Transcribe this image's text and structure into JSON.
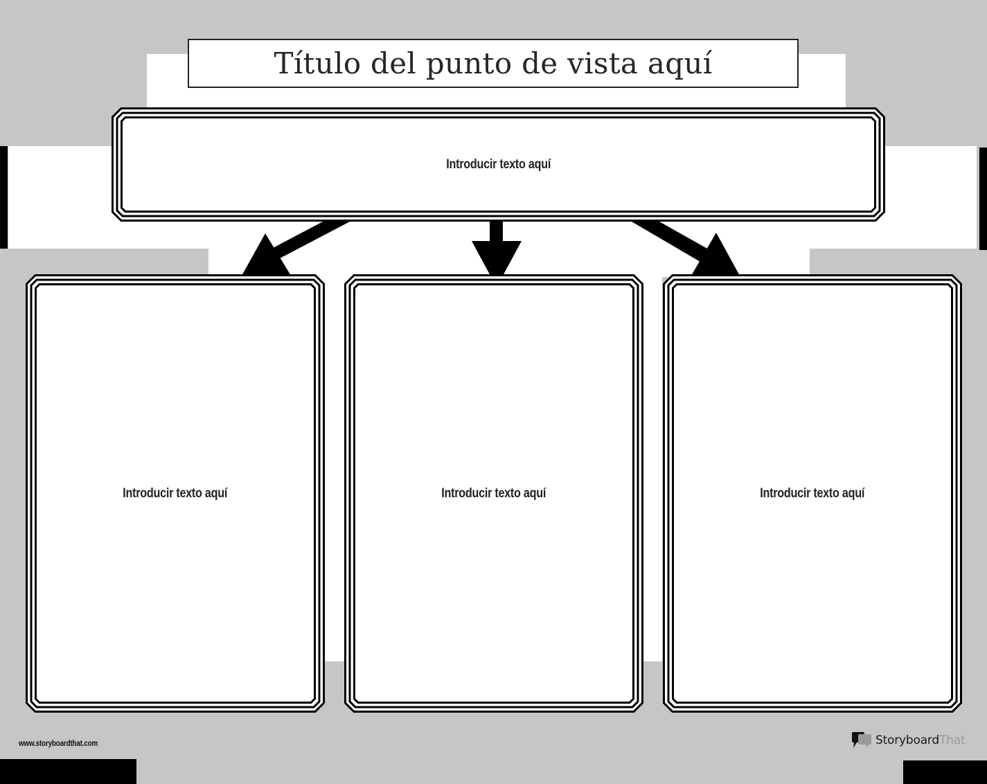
{
  "title": {
    "text": "Título del punto de vista aquí"
  },
  "main_box": {
    "label": "Introducir texto aquí"
  },
  "columns": [
    {
      "label": "Introducir texto aquí"
    },
    {
      "label": "Introducir texto aquí"
    },
    {
      "label": "Introducir texto aquí"
    }
  ],
  "arrows": [
    {
      "direction": "down-left",
      "icon": "arrow-down-left-icon"
    },
    {
      "direction": "down",
      "icon": "arrow-down-icon"
    },
    {
      "direction": "down-right",
      "icon": "arrow-down-right-icon"
    }
  ],
  "footer": {
    "url": "www.storyboardthat.com",
    "brand_primary": "Storyboard",
    "brand_secondary": "That",
    "brand_icon": "speech-bubbles-icon"
  },
  "colors": {
    "background": "#c6c6c6",
    "frame": "#000000",
    "panel": "#ffffff",
    "text": "#222222",
    "brand_secondary": "#9a9a9a"
  }
}
